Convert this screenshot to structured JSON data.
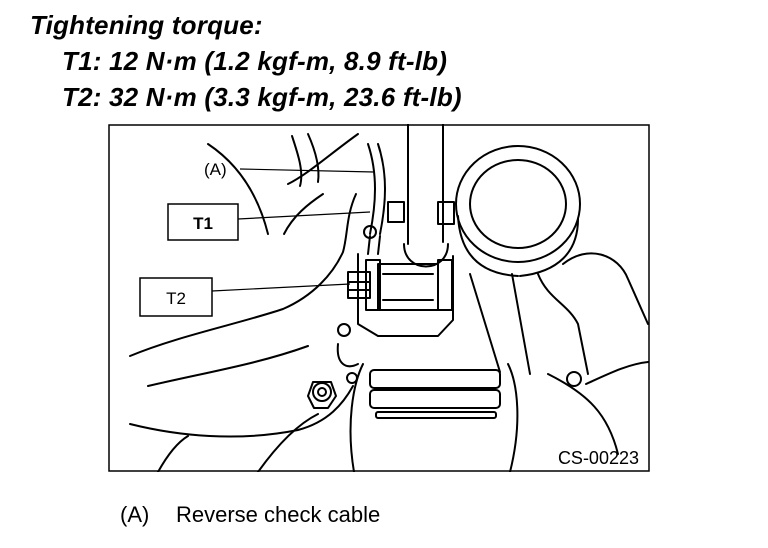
{
  "heading": {
    "title": "Tightening torque:",
    "t1": "T1: 12 N·m (1.2 kgf-m, 8.9 ft-lb)",
    "t2": "T2: 32 N·m (3.3 kgf-m, 23.6 ft-lb)"
  },
  "figure": {
    "callout_a": "(A)",
    "label_t1": "T1",
    "label_t2": "T2",
    "figure_id": "CS-00223"
  },
  "legend": {
    "key": "(A)",
    "description": "Reverse check cable"
  }
}
